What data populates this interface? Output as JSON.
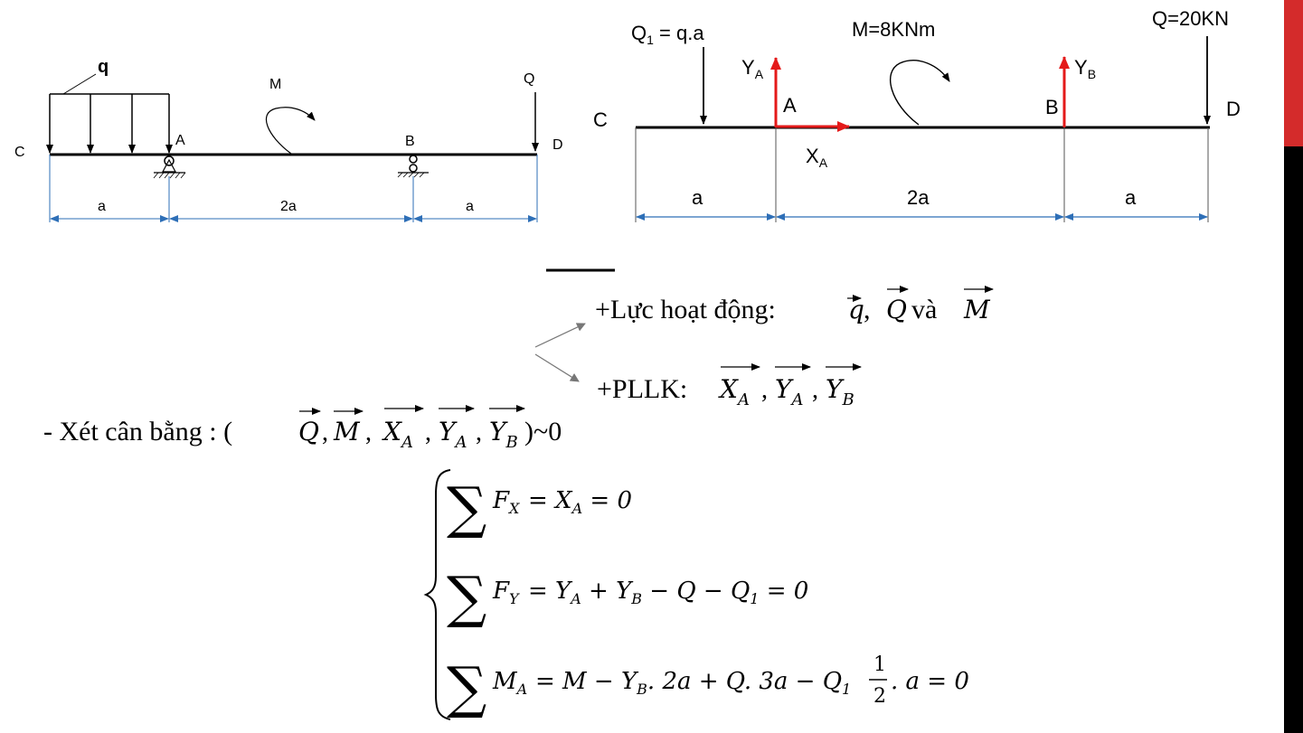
{
  "diagram1": {
    "labels": {
      "q": "q",
      "M": "M",
      "Q": "Q",
      "C": "C",
      "A": "A",
      "B": "B",
      "D": "D",
      "dim1": "a",
      "dim2": "2a",
      "dim3": "a"
    }
  },
  "diagram2": {
    "labels": {
      "Q1_main": "Q",
      "Q1_sub": "1",
      "Q1_rest": " = q.a",
      "M": "M=8KNm",
      "Q": "Q=20KN",
      "YA_main": "Y",
      "YA_sub": "A",
      "YB_main": "Y",
      "YB_sub": "B",
      "XA_main": "X",
      "XA_sub": "A",
      "C": "C",
      "A": "A",
      "B": "B",
      "D": "D",
      "dim1": "a",
      "dim2": "2a",
      "dim3": "a"
    },
    "colors": {
      "reaction": "#e41a1a",
      "dimension": "#2e6fb7"
    }
  },
  "text": {
    "active_label": "+Lực hoạt động: ",
    "active_q": "q",
    "active_comma": ", ",
    "active_Q": "Q",
    "active_and": " và ",
    "active_M": "M",
    "pllk_label": "+PLLK:",
    "pllk_XA": "X",
    "pllk_XA_sub": "A",
    "pllk_YA": "Y",
    "pllk_YA_sub": "A",
    "pllk_YB": "Y",
    "pllk_YB_sub": "B",
    "equilibrium_prefix": "- Xét cân bằng : (",
    "eq_Q": "Q",
    "eq_M": "M",
    "eq_XA": "X",
    "eq_XA_sub": "A",
    "eq_YA": "Y",
    "eq_YA_sub": "A",
    "eq_YB": "Y",
    "eq_YB_sub": "B",
    "equilibrium_suffix": ")~0"
  },
  "equations": [
    {
      "lhs": "F",
      "lhs_sub": "X",
      "rhs": "= X",
      "rhs_sub": "A",
      "tail": " = 0"
    },
    {
      "lhs": "F",
      "lhs_sub": "Y",
      "rhs": "= Y",
      "rhs_sub": "A",
      "tail2": " + Y",
      "tail2_sub": "B",
      "tail3": " − Q − Q",
      "tail3_sub": "1",
      "tail": " = 0"
    },
    {
      "lhs": "M",
      "lhs_sub": "A",
      "rhs": "= M − Y",
      "rhs_sub": "B",
      "tail2": ". 2a + Q. 3a − Q",
      "tail2_sub": "1",
      "frac_num": "1",
      "frac_den": "2",
      "tail": ". a = 0"
    }
  ]
}
